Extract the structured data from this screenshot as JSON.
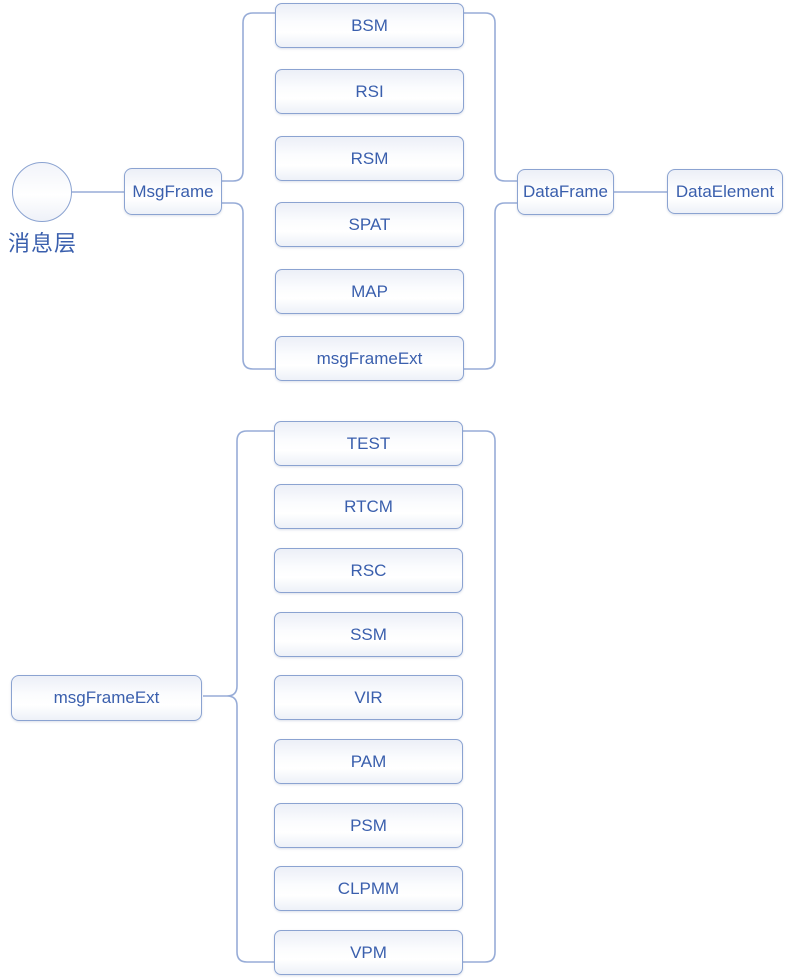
{
  "root_label": "消息层",
  "msgframe_label": "MsgFrame",
  "dataframe_label": "DataFrame",
  "dataelement_label": "DataElement",
  "group2_root_label": "msgFrameExt",
  "group1": [
    "BSM",
    "RSI",
    "RSM",
    "SPAT",
    "MAP",
    "msgFrameExt"
  ],
  "group2": [
    "TEST",
    "RTCM",
    "RSC",
    "SSM",
    "VIR",
    "PAM",
    "PSM",
    "CLPMM",
    "VPM"
  ],
  "colors": {
    "connector_line": "#97acd7",
    "node_border": "#8ba3d1",
    "node_text": "#3a5fad"
  }
}
